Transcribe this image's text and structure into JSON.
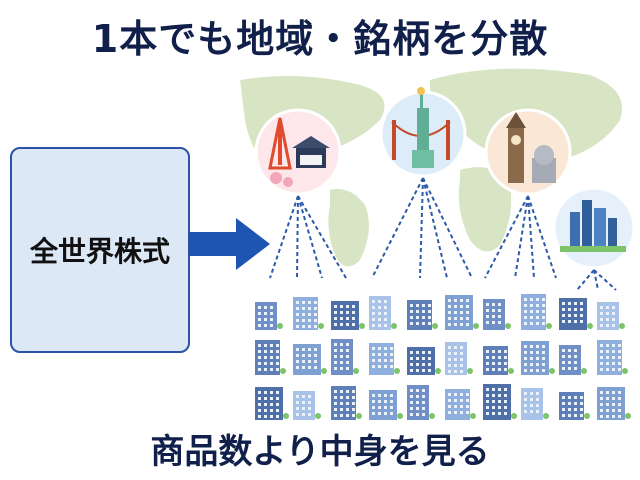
{
  "title": "1本でも地域・銘柄を分散",
  "box_label": "全世界株式",
  "subtitle": "商品数より中身を見る",
  "colors": {
    "title": "#10204a",
    "box_fill": "#dde8f7",
    "box_border": "#2b52a7",
    "arrow": "#1e55b3",
    "map": "#d6e4c3",
    "dashed": "#2b5aa8"
  },
  "landmarks": [
    {
      "name": "tokyo-tower-and-castle",
      "bg": "#fde7ea"
    },
    {
      "name": "statue-of-liberty",
      "bg": "#dcecf8"
    },
    {
      "name": "big-ben",
      "bg": "#fbe7d6"
    },
    {
      "name": "city-skyline",
      "bg": "#e5f0fb"
    }
  ],
  "buildings_grid": {
    "rows": 3,
    "cols": 10
  }
}
